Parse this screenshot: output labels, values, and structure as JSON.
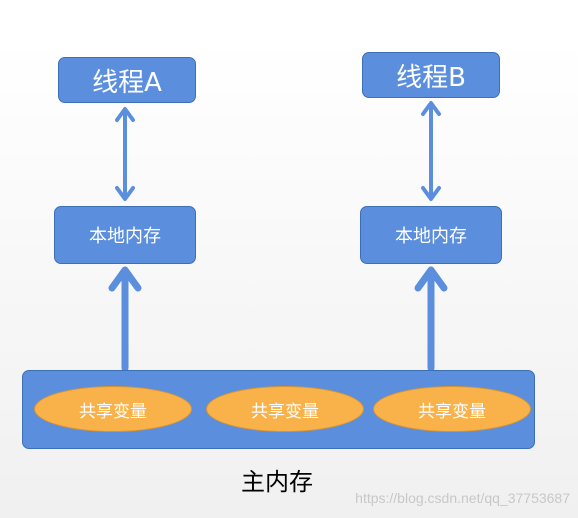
{
  "colors": {
    "box_fill": "#5b8fdd",
    "box_border": "#3d6fb6",
    "var_fill": "#f9b24a",
    "arrow": "#5b8fdd"
  },
  "threads": [
    {
      "label": "线程A",
      "local_memory": "本地内存"
    },
    {
      "label": "线程B",
      "local_memory": "本地内存"
    }
  ],
  "main_memory": {
    "label": "主内存",
    "shared_vars": [
      "共享变量",
      "共享变量",
      "共享变量"
    ]
  },
  "watermark": "https://blog.csdn.net/qq_37753687"
}
